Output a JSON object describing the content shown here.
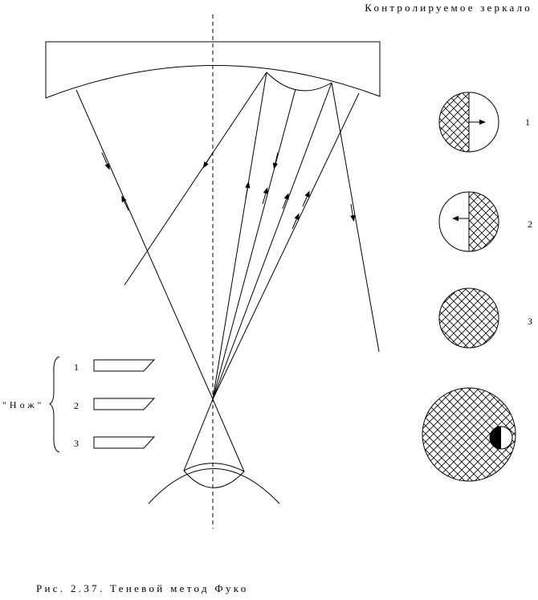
{
  "title": "Контролируемое зеркало",
  "caption": "Рис. 2.37. Теневой метод Фуко",
  "knife_label": "\"Нож\"",
  "knife_positions": [
    "1",
    "2",
    "3"
  ],
  "pattern_labels": [
    "1",
    "2",
    "3"
  ],
  "colors": {
    "ink": "#000000",
    "background": "#ffffff"
  }
}
